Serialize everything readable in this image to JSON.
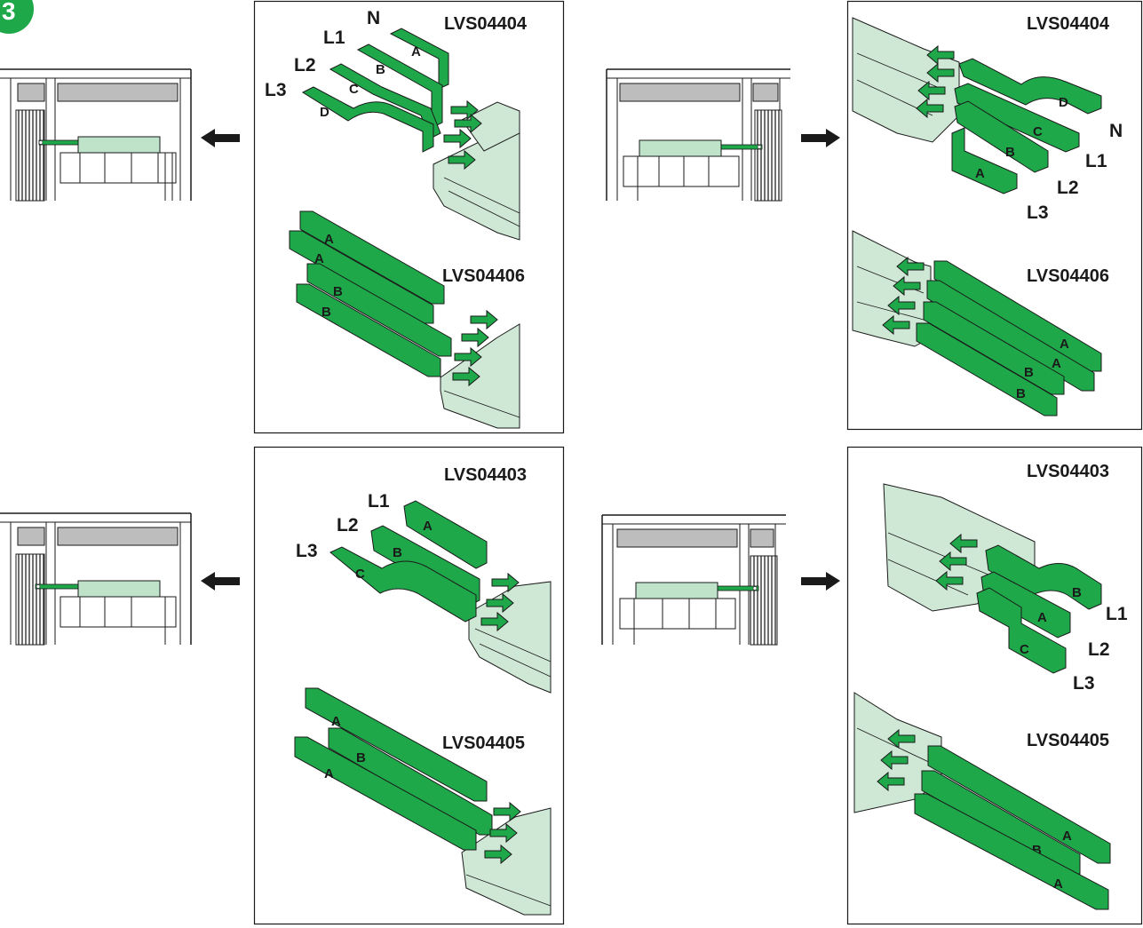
{
  "step": {
    "number": "3"
  },
  "colors": {
    "busbar": "#1ea84a",
    "busbar_dark": "#12803a",
    "busbar_light": "#bfe3c8",
    "support": "#cfe8d5",
    "outline": "#1a1a1a",
    "step_badge": "#1ea84a",
    "cabinet_gray": "#bdbdbd"
  },
  "panels": {
    "top_left": {
      "codes": [
        "LVS04404",
        "LVS04406"
      ],
      "phase_labels": [
        "N",
        "L1",
        "L2",
        "L3"
      ],
      "bar_letters_top": [
        "A",
        "B",
        "C",
        "D"
      ],
      "bar_letters_bottom": [
        "A",
        "A",
        "B",
        "B"
      ]
    },
    "top_right": {
      "codes": [
        "LVS04404",
        "LVS04406"
      ],
      "phase_labels": [
        "N",
        "L1",
        "L2",
        "L3"
      ],
      "bar_letters_top": [
        "D",
        "C",
        "B",
        "A"
      ],
      "bar_letters_bottom": [
        "A",
        "A",
        "B",
        "B"
      ]
    },
    "bottom_left": {
      "codes": [
        "LVS04403",
        "LVS04405"
      ],
      "phase_labels": [
        "L1",
        "L2",
        "L3"
      ],
      "bar_letters_top": [
        "A",
        "B",
        "C"
      ],
      "bar_letters_bottom": [
        "A",
        "B",
        "A"
      ]
    },
    "bottom_right": {
      "codes": [
        "LVS04403",
        "LVS04405"
      ],
      "phase_labels": [
        "L1",
        "L2",
        "L3"
      ],
      "bar_letters_top": [
        "B",
        "A",
        "C"
      ],
      "bar_letters_bottom": [
        "A",
        "B",
        "A"
      ]
    }
  },
  "arrows": {
    "top_left": "left",
    "top_right": "right",
    "bottom_left": "left",
    "bottom_right": "right"
  }
}
